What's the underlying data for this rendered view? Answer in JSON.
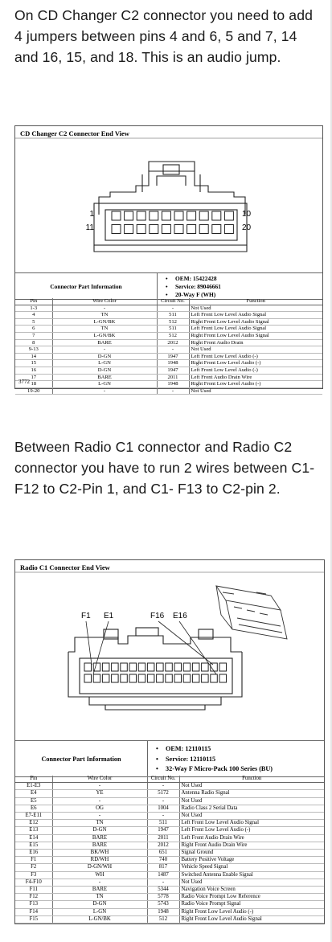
{
  "intro_text": "On CD Changer C2 connector you need to add 4 jumpers between pins 4 and 6, 5 and 7, 14 and 16, 15, and 18. This is an audio jump.",
  "c2": {
    "title": "CD Changer C2 Connector End View",
    "left_pin_top": "1",
    "left_pin_bottom": "11",
    "right_pin_top": "10",
    "right_pin_bottom": "20",
    "info_label": "Connector Part Information",
    "bullets": [
      "OEM: 15422428",
      "Service: 89046661",
      "20-Way F (WH)"
    ],
    "headers": [
      "Pin",
      "Wire Color",
      "Circuit No.",
      "Function"
    ],
    "rows": [
      [
        "1-3",
        "-",
        "-",
        "Not Used"
      ],
      [
        "4",
        "TN",
        "511",
        "Left Front Low Level Audio Signal"
      ],
      [
        "5",
        "L-GN/BK",
        "512",
        "Right Front Low Level Audio Signal"
      ],
      [
        "6",
        "TN",
        "511",
        "Left Front Low Level Audio Signal"
      ],
      [
        "7",
        "L-GN/BK",
        "512",
        "Right Front Low Level Audio Signal"
      ],
      [
        "8",
        "BARE",
        "2012",
        "Right Front Audio Drain"
      ],
      [
        "9-13",
        "-",
        "-",
        "Not Used"
      ],
      [
        "14",
        "D-GN",
        "1947",
        "Left Front Low Level Audio (-)"
      ],
      [
        "15",
        "L-GN",
        "1948",
        "Right Front Low Level Audio (-)"
      ],
      [
        "16",
        "D-GN",
        "1947",
        "Left Front Low Level Audio (-)"
      ],
      [
        "17",
        "BARE",
        "2011",
        "Left Front Audio Drain Wire"
      ],
      [
        "18",
        "L-GN",
        "1948",
        "Right Front Low Level Audio (-)"
      ],
      [
        "19-20",
        "-",
        "-",
        "Not Used"
      ]
    ],
    "footer": "3772"
  },
  "middle_text": "Between Radio C1 connector and Radio C2 connector you have to run 2 wires between C1-F12 to C2-Pin 1, and C1- F13 to C2-pin 2.",
  "c1": {
    "title": "Radio C1 Connector End View",
    "label_f1": "F1",
    "label_e1": "E1",
    "label_f16": "F16",
    "label_e16": "E16",
    "info_label": "Connector Part Information",
    "bullets": [
      "OEM: 12110115",
      "Service: 12110115",
      "32-Way F Micro-Pack 100 Series (BU)"
    ],
    "headers": [
      "Pin",
      "Wire Color",
      "Circuit No.",
      "Function"
    ],
    "rows": [
      [
        "E1-E3",
        "-",
        "-",
        "Not Used"
      ],
      [
        "E4",
        "YE",
        "5172",
        "Antenna Radio Signal"
      ],
      [
        "E5",
        "-",
        "-",
        "Not Used"
      ],
      [
        "E6",
        "OG",
        "1004",
        "Radio Class 2 Serial Data"
      ],
      [
        "E7-E11",
        "-",
        "-",
        "Not Used"
      ],
      [
        "E12",
        "TN",
        "511",
        "Left Front Low Level Audio Signal"
      ],
      [
        "E13",
        "D-GN",
        "1947",
        "Left Front Low Level Audio (-)"
      ],
      [
        "E14",
        "BARE",
        "2011",
        "Left Front Audio Drain Wire"
      ],
      [
        "E15",
        "BARE",
        "2012",
        "Right Front Audio Drain Wire"
      ],
      [
        "E16",
        "BK/WH",
        "651",
        "Signal Ground"
      ],
      [
        "F1",
        "RD/WH",
        "740",
        "Battery Positive Voltage"
      ],
      [
        "F2",
        "D-GN/WH",
        "817",
        "Vehicle Speed Signal"
      ],
      [
        "F3",
        "WH",
        "1487",
        "Switched Antenna Enable Signal"
      ],
      [
        "F4-F10",
        "-",
        "-",
        "Not Used"
      ],
      [
        "F11",
        "BARE",
        "5344",
        "Navigation Voice Screen"
      ],
      [
        "F12",
        "TN",
        "5778",
        "Radio Voice Prompt Low Reference"
      ],
      [
        "F13",
        "D-GN",
        "5743",
        "Radio Voice Prompt Signal"
      ],
      [
        "F14",
        "L-GN",
        "1948",
        "Right Front Low Level Audio (-)"
      ],
      [
        "F15",
        "L-GN/BK",
        "512",
        "Right Front Low Level Audio Signal"
      ]
    ]
  }
}
